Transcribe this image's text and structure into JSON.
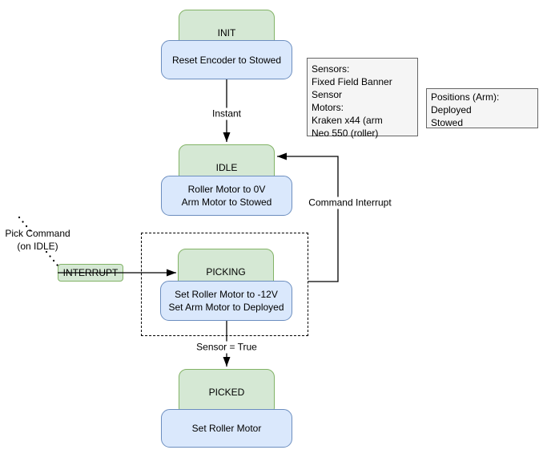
{
  "states": {
    "init": {
      "name": "INIT",
      "actions": [
        "Reset Encoder to Stowed"
      ]
    },
    "idle": {
      "name": "IDLE",
      "actions": [
        "Roller Motor to 0V",
        "Arm Motor to Stowed"
      ]
    },
    "picking": {
      "name": "PICKING",
      "actions": [
        "Set Roller Motor to -12V",
        "Set Arm Motor to Deployed"
      ]
    },
    "picked": {
      "name": "PICKED",
      "actions": [
        "Set Roller Motor"
      ]
    }
  },
  "transitions": {
    "instant": {
      "label": "Instant"
    },
    "command_interrupt": {
      "label": "Command Interrupt"
    },
    "sensor_true": {
      "label": "Sensor = True"
    },
    "interrupt_badge": {
      "label": "INTERRUPT"
    },
    "pick_command": {
      "label_line1": "Pick Command",
      "label_line2": "(on IDLE)"
    }
  },
  "notes": {
    "sensors": {
      "lines": [
        "Sensors:",
        "Fixed Field Banner",
        "Sensor",
        "Motors:",
        "Kraken x44 (arm",
        "Neo 550 (roller)"
      ]
    },
    "positions": {
      "lines": [
        "Positions (Arm):",
        "Deployed",
        "Stowed"
      ]
    }
  },
  "colors": {
    "state_fill": "#d5e8d4",
    "state_stroke": "#82b366",
    "action_fill": "#dae8fc",
    "action_stroke": "#6c8ebf",
    "note_fill": "#f5f5f5",
    "note_stroke": "#666666",
    "connector": "#000000"
  }
}
